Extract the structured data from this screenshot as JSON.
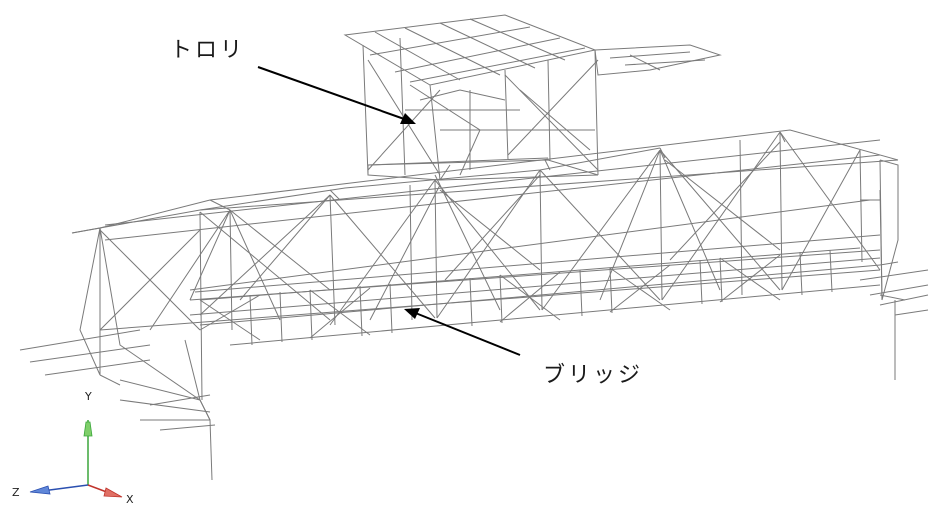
{
  "labels": {
    "trolley": "トロリ",
    "bridge": "ブリッジ"
  },
  "axes": {
    "y": "Y",
    "z": "Z",
    "x": "X"
  },
  "colors": {
    "wire": "#7a7a7a",
    "arrow": "#000000",
    "y_axis": "#3aa63a",
    "z_axis": "#2a4fb0",
    "x_axis": "#c0342c"
  }
}
